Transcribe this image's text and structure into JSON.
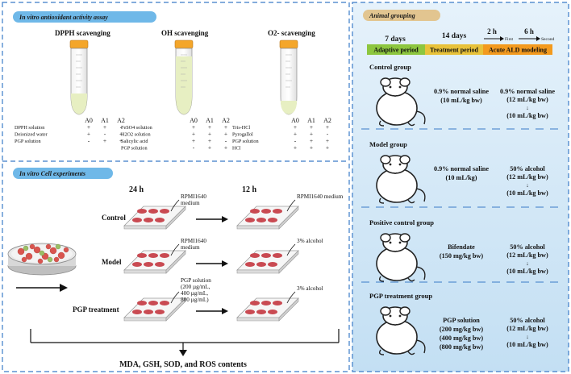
{
  "antioxidant": {
    "title": "In vitro antioxidant activity assay",
    "cols": [
      "A0",
      "A1",
      "A2"
    ],
    "assays": [
      {
        "name": "DPPH scavenging",
        "rows": [
          {
            "label": "DPPH solution",
            "vals": [
              "+",
              "+",
              "-"
            ]
          },
          {
            "label": "Deionized water",
            "vals": [
              "+",
              "-",
              "+"
            ]
          },
          {
            "label": "PGP solution",
            "vals": [
              "-",
              "+",
              "+"
            ]
          }
        ]
      },
      {
        "name": "OH scavenging",
        "rows": [
          {
            "label": "FeSO4 solution",
            "vals": [
              "+",
              "+",
              "+"
            ]
          },
          {
            "label": "H2O2 solution",
            "vals": [
              "+",
              "+",
              "+"
            ]
          },
          {
            "label": "Salicylic acid",
            "vals": [
              "+",
              "+",
              "-"
            ]
          },
          {
            "label": "PGP solution",
            "vals": [
              "-",
              "+",
              "+"
            ]
          }
        ]
      },
      {
        "name": "O2- scavenging",
        "rows": [
          {
            "label": "Tris-HCl",
            "vals": [
              "+",
              "+",
              "+"
            ]
          },
          {
            "label": "Pyrogallol",
            "vals": [
              "+",
              "+",
              "-"
            ]
          },
          {
            "label": "PGP solution",
            "vals": [
              "-",
              "+",
              "+"
            ]
          },
          {
            "label": "HCl",
            "vals": [
              "+",
              "+",
              "+"
            ]
          }
        ]
      }
    ]
  },
  "cell": {
    "title": "In vitro Cell experiments",
    "time1": "24 h",
    "time2": "12 h",
    "groups": [
      {
        "name": "Control",
        "first_label": [
          "RPMI1640",
          "medium"
        ],
        "second_label": [
          "RPMI1640 medium"
        ]
      },
      {
        "name": "Model",
        "first_label": [
          "RPMI1640",
          "medium"
        ],
        "second_label": [
          "3% alcohol"
        ]
      },
      {
        "name": "PGP treatment",
        "first_label": [
          "PGP solution",
          "(200 µg/mL,",
          "400 µg/mL,",
          "800 µg/mL)"
        ],
        "second_label": [
          "3% alcohol"
        ]
      }
    ],
    "result": "MDA, GSH, SOD, and ROS contents"
  },
  "animal": {
    "title": "Animal grouping",
    "timeline": {
      "d1": "7 days",
      "d2": "14 days",
      "d3": "2 h",
      "d4": "6 h",
      "first": "First",
      "second": "Second",
      "p1": "Adaptive period",
      "p2": "Treatment period",
      "p3": "Acute ALD modeling",
      "c1": "#8dc63f",
      "c2": "#e8c23a",
      "c3": "#f39a1e"
    },
    "groups": [
      {
        "name": "Control group",
        "treat": [
          "0.9% normal saline",
          "(10 mL/kg bw)"
        ],
        "model": [
          "0.9% normal saline",
          "(12 mL/kg bw)",
          "↓",
          "(10 mL/kg bw)"
        ]
      },
      {
        "name": "Model group",
        "treat": [
          "0.9% normal saline",
          "(10 mL/kg)"
        ],
        "model": [
          "50% alcohol",
          "(12 mL/kg bw)",
          "↓",
          "(10 mL/kg bw)"
        ]
      },
      {
        "name": "Positive control group",
        "treat": [
          "Bifendate",
          "(150 mg/kg bw)"
        ],
        "model": [
          "50% alcohol",
          "(12 mL/kg bw)",
          "↓",
          "(10 mL/kg bw)"
        ]
      },
      {
        "name": "PGP  treatment group",
        "treat": [
          "PGP solution",
          "(200 mg/kg bw)",
          "(400 mg/kg bw)",
          "(800 mg/kg bw)"
        ],
        "model": [
          "50% alcohol",
          "(12 mL/kg bw)",
          "↓",
          "(10 mL/kg bw)"
        ]
      }
    ]
  },
  "colors": {
    "panel_border": "#3a7bc8",
    "pill_left": "#6fb8e8",
    "pill_right": "#e2c590",
    "well": "#c94a52",
    "right_bg_top": "#e3f1fb",
    "right_bg_bottom": "#c2dff3"
  }
}
